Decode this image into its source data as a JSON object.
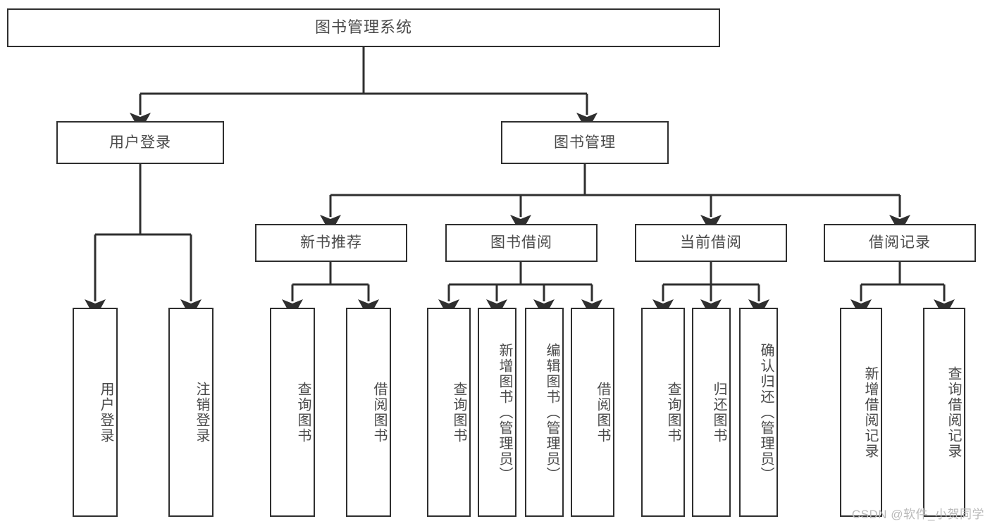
{
  "diagram": {
    "type": "tree-hierarchy-diagram",
    "title": "图书管理系统",
    "line_color": "#2f2f2f",
    "text_color": "#4a4a4a",
    "background": "#ffffff",
    "nodes": {
      "root": {
        "label": "图书管理系统"
      },
      "level2": [
        {
          "id": "user-login",
          "label": "用户登录"
        },
        {
          "id": "book-management",
          "label": "图书管理"
        }
      ],
      "level3": [
        {
          "id": "new-book-recommend",
          "label": "新书推荐"
        },
        {
          "id": "book-borrow",
          "label": "图书借阅"
        },
        {
          "id": "current-borrow",
          "label": "当前借阅"
        },
        {
          "id": "borrow-record",
          "label": "借阅记录"
        }
      ],
      "leaves": {
        "user_login": [
          {
            "id": "leaf-user-login",
            "label": "用户登录"
          },
          {
            "id": "leaf-logout",
            "label": "注销登录"
          }
        ],
        "new_book_recommend": [
          {
            "id": "leaf-query-book-1",
            "label": "查询图书"
          },
          {
            "id": "leaf-borrow-book-1",
            "label": "借阅图书"
          }
        ],
        "book_borrow": [
          {
            "id": "leaf-query-book-2",
            "label": "查询图书"
          },
          {
            "id": "leaf-add-book",
            "label": "新增图书（管理员）"
          },
          {
            "id": "leaf-edit-book",
            "label": "编辑图书（管理员）"
          },
          {
            "id": "leaf-borrow-book-2",
            "label": "借阅图书"
          }
        ],
        "current_borrow": [
          {
            "id": "leaf-query-book-3",
            "label": "查询图书"
          },
          {
            "id": "leaf-return-book",
            "label": "归还图书"
          },
          {
            "id": "leaf-confirm-return",
            "label": "确认归还（管理员）"
          }
        ],
        "borrow_record": [
          {
            "id": "leaf-add-record",
            "label": "新增借阅记录"
          },
          {
            "id": "leaf-query-record",
            "label": "查询借阅记录"
          }
        ]
      }
    }
  },
  "watermark": {
    "text": "CSDN @软件_小贺同学"
  }
}
